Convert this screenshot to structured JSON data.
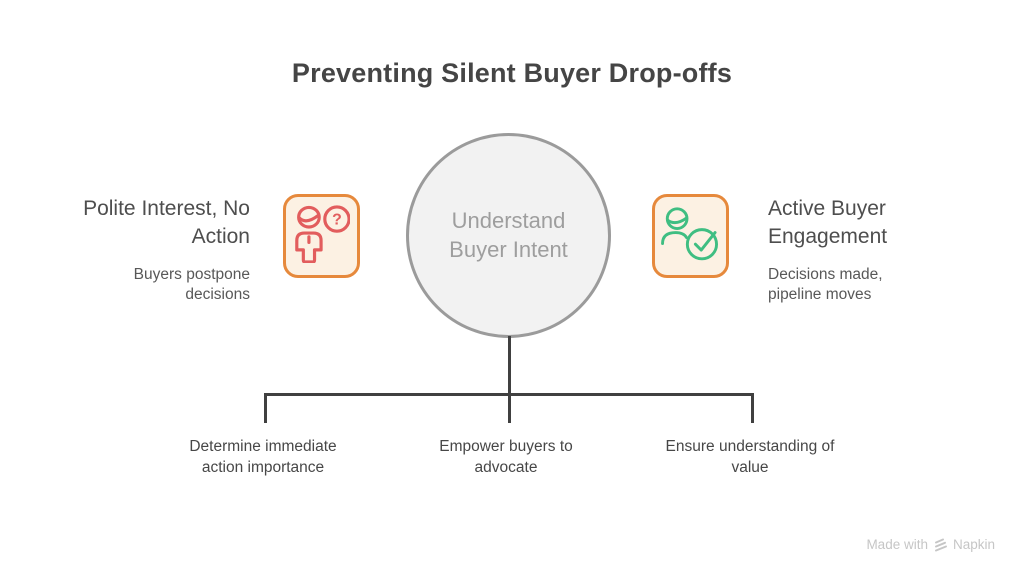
{
  "title": "Preventing Silent Buyer Drop-offs",
  "center_node": {
    "label": "Understand Buyer Intent"
  },
  "left_item": {
    "heading": "Polite Interest, No Action",
    "subtext": "Buyers postpone decisions",
    "icon": "person-question-icon"
  },
  "right_item": {
    "heading": "Active Buyer Engagement",
    "subtext": "Decisions made, pipeline moves",
    "icon": "person-check-icon"
  },
  "branches": [
    "Determine immediate action importance",
    "Empower buyers to advocate",
    "Ensure understanding of value"
  ],
  "watermark": {
    "prefix": "Made with",
    "brand": "Napkin"
  },
  "colors": {
    "accent_orange": "#e6893c",
    "icon_box_fill": "#fcf1e3",
    "icon_red": "#e25d5d",
    "icon_green": "#3fbe82",
    "node_fill": "#f2f2f2",
    "node_border": "#9b9b9b",
    "line": "#404040",
    "title_text": "#454545",
    "body_text": "#4e4e4e",
    "node_text": "#9e9e9e",
    "watermark_text": "#c6c6c6"
  }
}
